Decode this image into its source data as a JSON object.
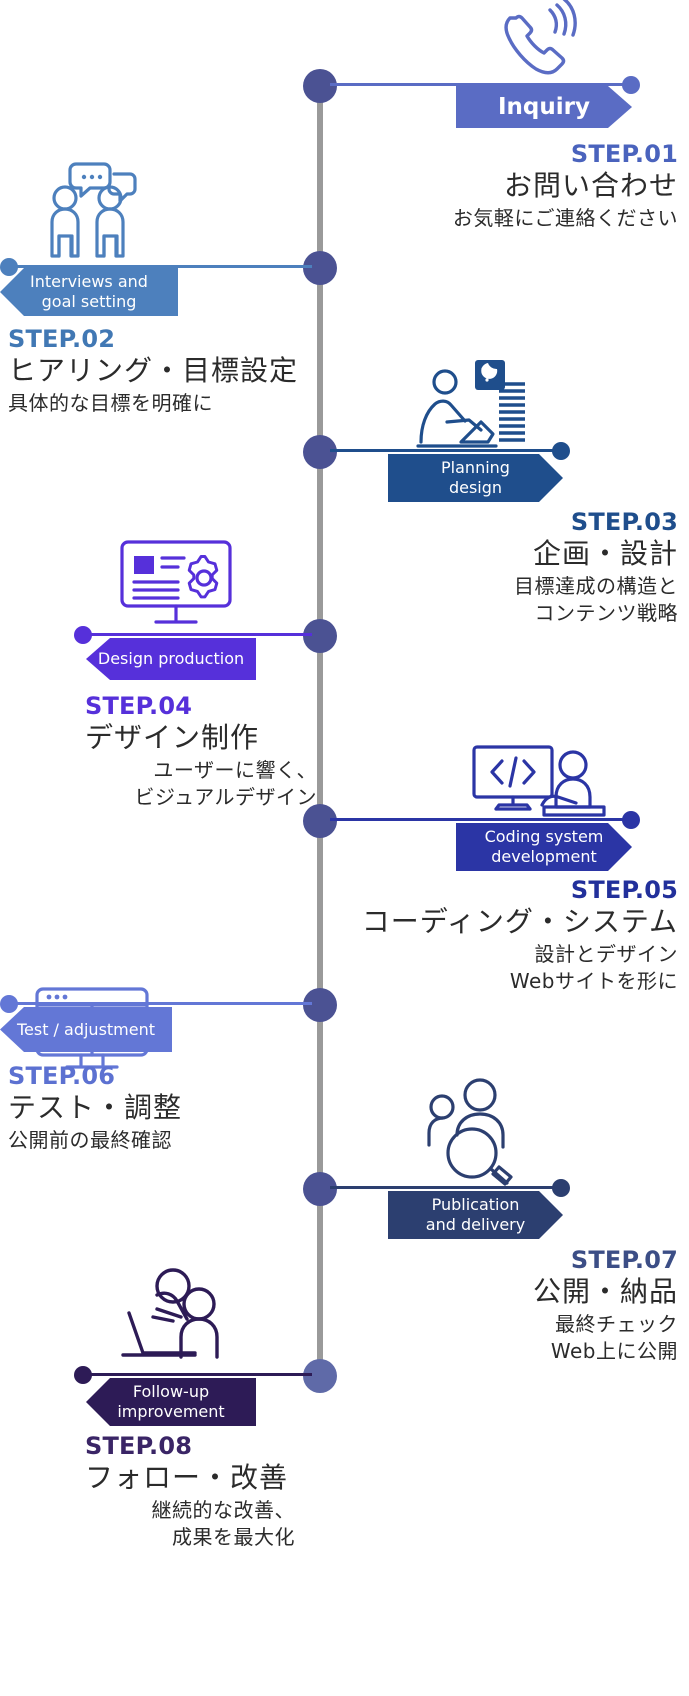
{
  "diagram": {
    "title": "Web制作フロー ステップタイムライン",
    "spine_color": "#9a9a9a",
    "node_color": "#4b5293"
  },
  "steps": [
    {
      "id": 1,
      "side": "right",
      "banner": "Inquiry",
      "banner_lines": [
        "Inquiry"
      ],
      "step_label": "STEP.01",
      "title": "お問い合わせ",
      "desc_lines": [
        "お気軽にご連絡ください"
      ],
      "color": "#5a6cc4",
      "label_color": "#4a63bd",
      "icon": "phone-ring-icon"
    },
    {
      "id": 2,
      "side": "left",
      "banner": "Interviews and goal setting",
      "banner_lines": [
        "Interviews and",
        "goal setting"
      ],
      "step_label": "STEP.02",
      "title": "ヒアリング・目標設定",
      "desc_lines": [
        "具体的な目標を明確に"
      ],
      "color": "#4d80bd",
      "label_color": "#4178b4",
      "icon": "two-people-chat-icon"
    },
    {
      "id": 3,
      "side": "right",
      "banner": "Planning design",
      "banner_lines": [
        "Planning",
        "design"
      ],
      "step_label": "STEP.03",
      "title": "企画・設計",
      "desc_lines": [
        "目標達成の構造と",
        "コンテンツ戦略"
      ],
      "color": "#1f4e8c",
      "label_color": "#1f4e8c",
      "icon": "person-desk-moon-icon"
    },
    {
      "id": 4,
      "side": "left",
      "banner": "Design production",
      "banner_lines": [
        "Design production"
      ],
      "step_label": "STEP.04",
      "title": "デザイン制作",
      "desc_lines": [
        "ユーザーに響く、",
        "ビジュアルデザイン"
      ],
      "color": "#5630da",
      "label_color": "#5630da",
      "icon": "monitor-gear-icon"
    },
    {
      "id": 5,
      "side": "right",
      "banner": "Coding system development",
      "banner_lines": [
        "Coding system",
        "development"
      ],
      "step_label": "STEP.05",
      "title": "コーディング・システム",
      "desc_lines": [
        "設計とデザイン",
        "Webサイトを形に"
      ],
      "color": "#2b35a5",
      "label_color": "#22309b",
      "icon": "code-monitor-person-icon"
    },
    {
      "id": 6,
      "side": "left",
      "banner": "Test / adjustment",
      "banner_lines": [
        "Test / adjustment"
      ],
      "step_label": "STEP.06",
      "title": "テスト・調整",
      "desc_lines": [
        "公開前の最終確認"
      ],
      "color": "#6377d6",
      "label_color": "#5c71d1",
      "icon": "ab-test-monitor-icon"
    },
    {
      "id": 7,
      "side": "right",
      "banner": "Publication and delivery",
      "banner_lines": [
        "Publication",
        "and delivery"
      ],
      "step_label": "STEP.07",
      "title": "公開・納品",
      "desc_lines": [
        "最終チェック",
        "Web上に公開"
      ],
      "color": "#2c3f70",
      "label_color": "#3c4e86",
      "icon": "people-search-icon"
    },
    {
      "id": 8,
      "side": "left",
      "banner": "Follow-up improvement",
      "banner_lines": [
        "Follow-up",
        "improvement"
      ],
      "step_label": "STEP.08",
      "title": "フォロー・改善",
      "desc_lines": [
        "継続的な改善、",
        "成果を最大化"
      ],
      "color": "#2d1b56",
      "label_color": "#3a2566",
      "icon": "mentor-laptop-icon"
    }
  ]
}
